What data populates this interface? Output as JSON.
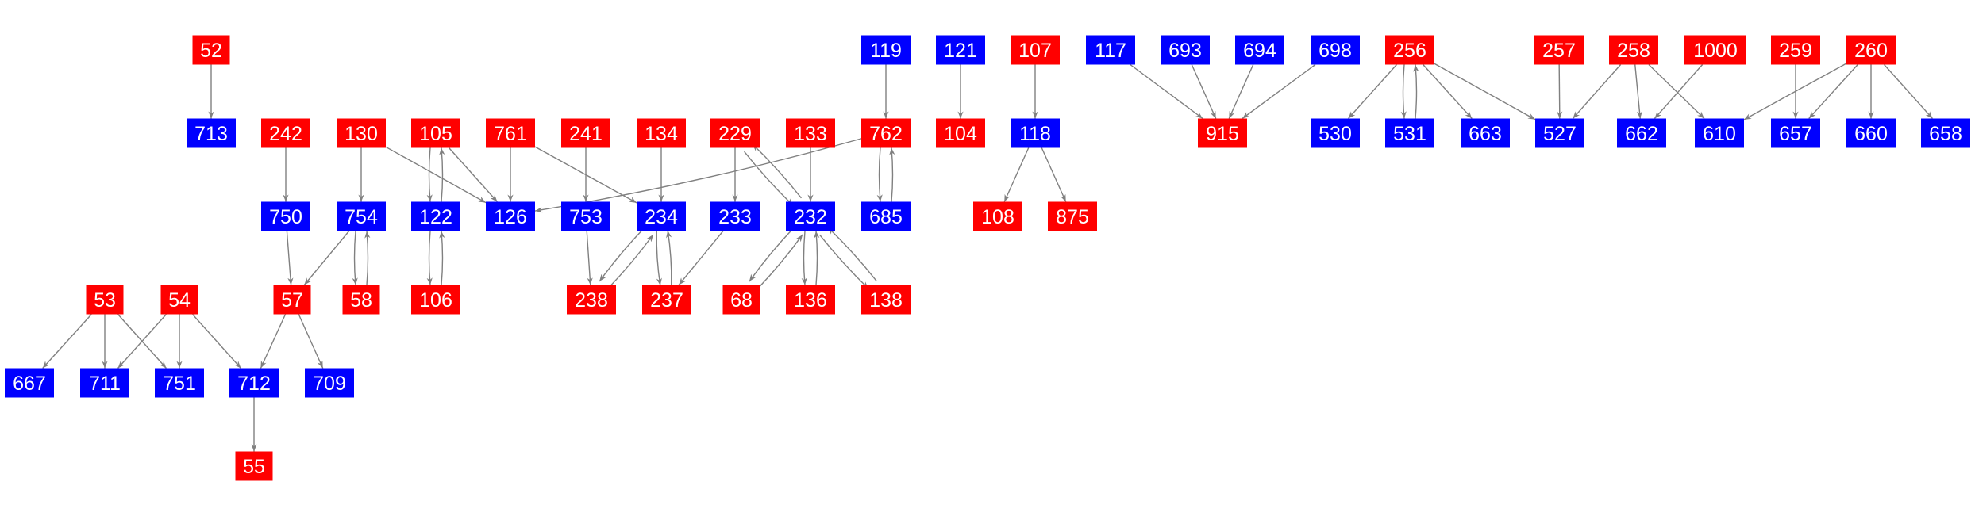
{
  "colors": {
    "red": "#ff0000",
    "blue": "#0000ff",
    "edge": "#808080",
    "label": "#ffffff"
  },
  "nodes": [
    {
      "id": "52",
      "label": "52",
      "color": "red"
    },
    {
      "id": "713",
      "label": "713",
      "color": "blue"
    },
    {
      "id": "242",
      "label": "242",
      "color": "red"
    },
    {
      "id": "130",
      "label": "130",
      "color": "red"
    },
    {
      "id": "105",
      "label": "105",
      "color": "red"
    },
    {
      "id": "761",
      "label": "761",
      "color": "red"
    },
    {
      "id": "241",
      "label": "241",
      "color": "red"
    },
    {
      "id": "134",
      "label": "134",
      "color": "red"
    },
    {
      "id": "229",
      "label": "229",
      "color": "red"
    },
    {
      "id": "133",
      "label": "133",
      "color": "red"
    },
    {
      "id": "762",
      "label": "762",
      "color": "red"
    },
    {
      "id": "119",
      "label": "119",
      "color": "blue"
    },
    {
      "id": "121",
      "label": "121",
      "color": "blue"
    },
    {
      "id": "104",
      "label": "104",
      "color": "red"
    },
    {
      "id": "107",
      "label": "107",
      "color": "red"
    },
    {
      "id": "118",
      "label": "118",
      "color": "blue"
    },
    {
      "id": "117",
      "label": "117",
      "color": "blue"
    },
    {
      "id": "693",
      "label": "693",
      "color": "blue"
    },
    {
      "id": "694",
      "label": "694",
      "color": "blue"
    },
    {
      "id": "698",
      "label": "698",
      "color": "blue"
    },
    {
      "id": "915",
      "label": "915",
      "color": "red"
    },
    {
      "id": "256",
      "label": "256",
      "color": "red"
    },
    {
      "id": "257",
      "label": "257",
      "color": "red"
    },
    {
      "id": "258",
      "label": "258",
      "color": "red"
    },
    {
      "id": "1000",
      "label": "1000",
      "color": "red"
    },
    {
      "id": "259",
      "label": "259",
      "color": "red"
    },
    {
      "id": "260",
      "label": "260",
      "color": "red"
    },
    {
      "id": "530",
      "label": "530",
      "color": "blue"
    },
    {
      "id": "531",
      "label": "531",
      "color": "blue"
    },
    {
      "id": "663",
      "label": "663",
      "color": "blue"
    },
    {
      "id": "527",
      "label": "527",
      "color": "blue"
    },
    {
      "id": "662",
      "label": "662",
      "color": "blue"
    },
    {
      "id": "610",
      "label": "610",
      "color": "blue"
    },
    {
      "id": "657",
      "label": "657",
      "color": "blue"
    },
    {
      "id": "660",
      "label": "660",
      "color": "blue"
    },
    {
      "id": "658",
      "label": "658",
      "color": "blue"
    },
    {
      "id": "750",
      "label": "750",
      "color": "blue"
    },
    {
      "id": "754",
      "label": "754",
      "color": "blue"
    },
    {
      "id": "122",
      "label": "122",
      "color": "blue"
    },
    {
      "id": "126",
      "label": "126",
      "color": "blue"
    },
    {
      "id": "753",
      "label": "753",
      "color": "blue"
    },
    {
      "id": "234",
      "label": "234",
      "color": "blue"
    },
    {
      "id": "233",
      "label": "233",
      "color": "blue"
    },
    {
      "id": "232",
      "label": "232",
      "color": "blue"
    },
    {
      "id": "685",
      "label": "685",
      "color": "blue"
    },
    {
      "id": "108",
      "label": "108",
      "color": "red"
    },
    {
      "id": "875",
      "label": "875",
      "color": "red"
    },
    {
      "id": "53",
      "label": "53",
      "color": "red"
    },
    {
      "id": "54",
      "label": "54",
      "color": "red"
    },
    {
      "id": "57",
      "label": "57",
      "color": "red"
    },
    {
      "id": "58",
      "label": "58",
      "color": "red"
    },
    {
      "id": "106",
      "label": "106",
      "color": "red"
    },
    {
      "id": "238",
      "label": "238",
      "color": "red"
    },
    {
      "id": "237",
      "label": "237",
      "color": "red"
    },
    {
      "id": "68",
      "label": "68",
      "color": "red"
    },
    {
      "id": "136",
      "label": "136",
      "color": "red"
    },
    {
      "id": "138",
      "label": "138",
      "color": "red"
    },
    {
      "id": "667",
      "label": "667",
      "color": "blue"
    },
    {
      "id": "711",
      "label": "711",
      "color": "blue"
    },
    {
      "id": "751",
      "label": "751",
      "color": "blue"
    },
    {
      "id": "712",
      "label": "712",
      "color": "blue"
    },
    {
      "id": "709",
      "label": "709",
      "color": "blue"
    },
    {
      "id": "55",
      "label": "55",
      "color": "red"
    }
  ],
  "edges": [
    [
      "52",
      "713"
    ],
    [
      "242",
      "750"
    ],
    [
      "130",
      "754"
    ],
    [
      "130",
      "126"
    ],
    [
      "105",
      "122"
    ],
    [
      "122",
      "105"
    ],
    [
      "105",
      "126"
    ],
    [
      "761",
      "126"
    ],
    [
      "761",
      "234"
    ],
    [
      "241",
      "753"
    ],
    [
      "134",
      "234"
    ],
    [
      "762",
      "126"
    ],
    [
      "750",
      "57"
    ],
    [
      "754",
      "57"
    ],
    [
      "754",
      "58"
    ],
    [
      "58",
      "754"
    ],
    [
      "122",
      "106"
    ],
    [
      "106",
      "122"
    ],
    [
      "753",
      "238"
    ],
    [
      "234",
      "238"
    ],
    [
      "238",
      "234"
    ],
    [
      "234",
      "237"
    ],
    [
      "237",
      "234"
    ],
    [
      "233",
      "237"
    ],
    [
      "53",
      "667"
    ],
    [
      "53",
      "711"
    ],
    [
      "53",
      "751"
    ],
    [
      "54",
      "711"
    ],
    [
      "54",
      "751"
    ],
    [
      "54",
      "712"
    ],
    [
      "57",
      "712"
    ],
    [
      "57",
      "709"
    ],
    [
      "712",
      "55"
    ],
    [
      "229",
      "233"
    ],
    [
      "229",
      "232"
    ],
    [
      "232",
      "229"
    ],
    [
      "133",
      "232"
    ],
    [
      "119",
      "762"
    ],
    [
      "762",
      "685"
    ],
    [
      "685",
      "762"
    ],
    [
      "121",
      "104"
    ],
    [
      "107",
      "118"
    ],
    [
      "118",
      "108"
    ],
    [
      "118",
      "875"
    ],
    [
      "117",
      "915"
    ],
    [
      "693",
      "915"
    ],
    [
      "694",
      "915"
    ],
    [
      "698",
      "915"
    ],
    [
      "232",
      "68"
    ],
    [
      "68",
      "232"
    ],
    [
      "232",
      "136"
    ],
    [
      "136",
      "232"
    ],
    [
      "232",
      "138"
    ],
    [
      "138",
      "232"
    ],
    [
      "256",
      "530"
    ],
    [
      "256",
      "531"
    ],
    [
      "531",
      "256"
    ],
    [
      "256",
      "663"
    ],
    [
      "256",
      "527"
    ],
    [
      "257",
      "527"
    ],
    [
      "258",
      "527"
    ],
    [
      "258",
      "662"
    ],
    [
      "258",
      "610"
    ],
    [
      "1000",
      "662"
    ],
    [
      "259",
      "657"
    ],
    [
      "260",
      "610"
    ],
    [
      "260",
      "657"
    ],
    [
      "260",
      "660"
    ],
    [
      "260",
      "658"
    ]
  ]
}
